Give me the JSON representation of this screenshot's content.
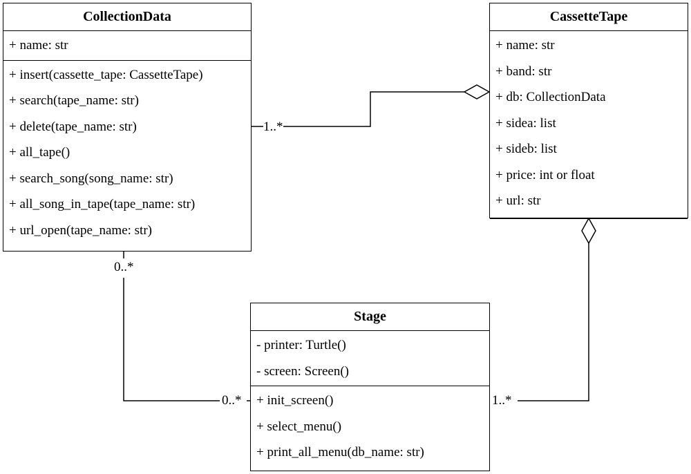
{
  "classes": {
    "collection_data": {
      "name": "CollectionData",
      "attributes": [
        "+ name: str"
      ],
      "methods": [
        "+ insert(cassette_tape: CassetteTape)",
        "+ search(tape_name: str)",
        "+ delete(tape_name: str)",
        "+ all_tape()",
        "+ search_song(song_name: str)",
        "+ all_song_in_tape(tape_name: str)",
        "+ url_open(tape_name: str)"
      ]
    },
    "cassette_tape": {
      "name": "CassetteTape",
      "attributes": [
        "+ name: str",
        "+ band: str",
        "+ db: CollectionData",
        "+ sidea: list",
        "+ sideb: list",
        "+ price: int or float",
        "+ url: str"
      ],
      "methods": []
    },
    "stage": {
      "name": "Stage",
      "attributes": [
        "- printer: Turtle()",
        "- screen: Screen()"
      ],
      "methods": [
        "+ init_screen()",
        "+ select_menu()",
        "+ print_all_menu(db_name: str)"
      ]
    }
  },
  "relations": {
    "collection_to_cassette": {
      "multiplicity_source": "1..*",
      "end": "aggregation-diamond"
    },
    "collection_to_stage": {
      "multiplicity_source": "0..*",
      "multiplicity_target": "0..*"
    },
    "cassette_to_stage": {
      "multiplicity_target": "1..*",
      "end": "aggregation-diamond"
    }
  }
}
